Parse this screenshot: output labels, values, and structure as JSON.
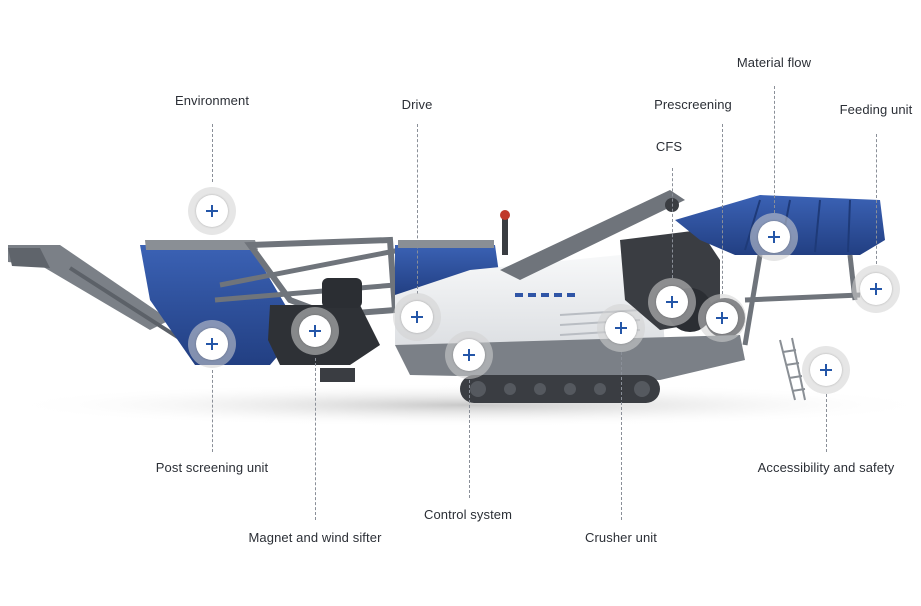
{
  "colors": {
    "machine_blue": "#2f55a6",
    "frame_gray": "#6f747b",
    "body_white": "#eceef0",
    "hotspot_plus": "#2456a8"
  },
  "image": {
    "subject": "Mobile crushing plant side view",
    "icon": "crusher-machine-illustration"
  },
  "hotspots": [
    {
      "id": "environment",
      "label": "Environment"
    },
    {
      "id": "drive",
      "label": "Drive"
    },
    {
      "id": "prescreening",
      "label": "Prescreening"
    },
    {
      "id": "material-flow",
      "label": "Material flow"
    },
    {
      "id": "feeding-unit",
      "label": "Feeding unit"
    },
    {
      "id": "cfs",
      "label": "CFS"
    },
    {
      "id": "post-screening-unit",
      "label": "Post screening unit"
    },
    {
      "id": "magnet-wind-sifter",
      "label": "Magnet and wind sifter"
    },
    {
      "id": "control-system",
      "label": "Control system"
    },
    {
      "id": "crusher-unit",
      "label": "Crusher unit"
    },
    {
      "id": "accessibility-safety",
      "label": "Accessibility and safety"
    }
  ]
}
